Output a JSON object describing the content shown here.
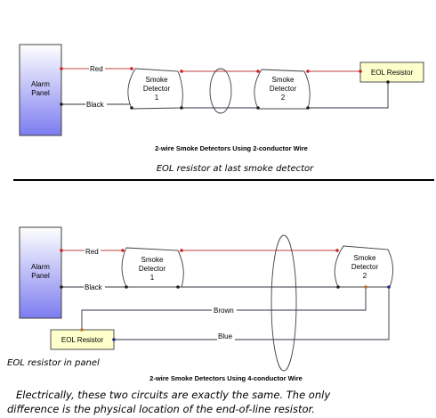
{
  "diagram1": {
    "panel_label_line1": "Alarm",
    "panel_label_line2": "Panel",
    "wire_red": "Red",
    "wire_black": "Black",
    "detector1": [
      "Smoke",
      "Detector",
      "1"
    ],
    "detector2": [
      "Smoke",
      "Detector",
      "2"
    ],
    "eol": "EOL Resistor",
    "title": "2-wire Smoke Detectors Using 2-conductor Wire",
    "caption": "EOL resistor at last smoke detector"
  },
  "diagram2": {
    "panel_label_line1": "Alarm",
    "panel_label_line2": "Panel",
    "wire_red": "Red",
    "wire_black": "Black",
    "wire_brown": "Brown",
    "wire_blue": "Blue",
    "detector1": [
      "Smoke",
      "Detector",
      "1"
    ],
    "detector2": [
      "Smoke",
      "Detector",
      "2"
    ],
    "eol": "EOL Resistor",
    "title": "2-wire Smoke Detectors Using 4-conductor Wire",
    "caption": "EOL resistor in panel"
  },
  "note_line1": "Electrically, these two circuits are exactly the same. The only",
  "note_line2": "difference is the physical location of the end-of-line resistor.",
  "colors": {
    "panel_fill_top": "#ffffff",
    "panel_fill_bottom": "#8080f0",
    "eol_fill": "#ffffcc",
    "red_wire": "#c04040",
    "dark_wire": "#303040",
    "node_red": "#cc2020",
    "node_dark": "#202020",
    "node_brown": "#b07020",
    "node_blue": "#203080"
  }
}
